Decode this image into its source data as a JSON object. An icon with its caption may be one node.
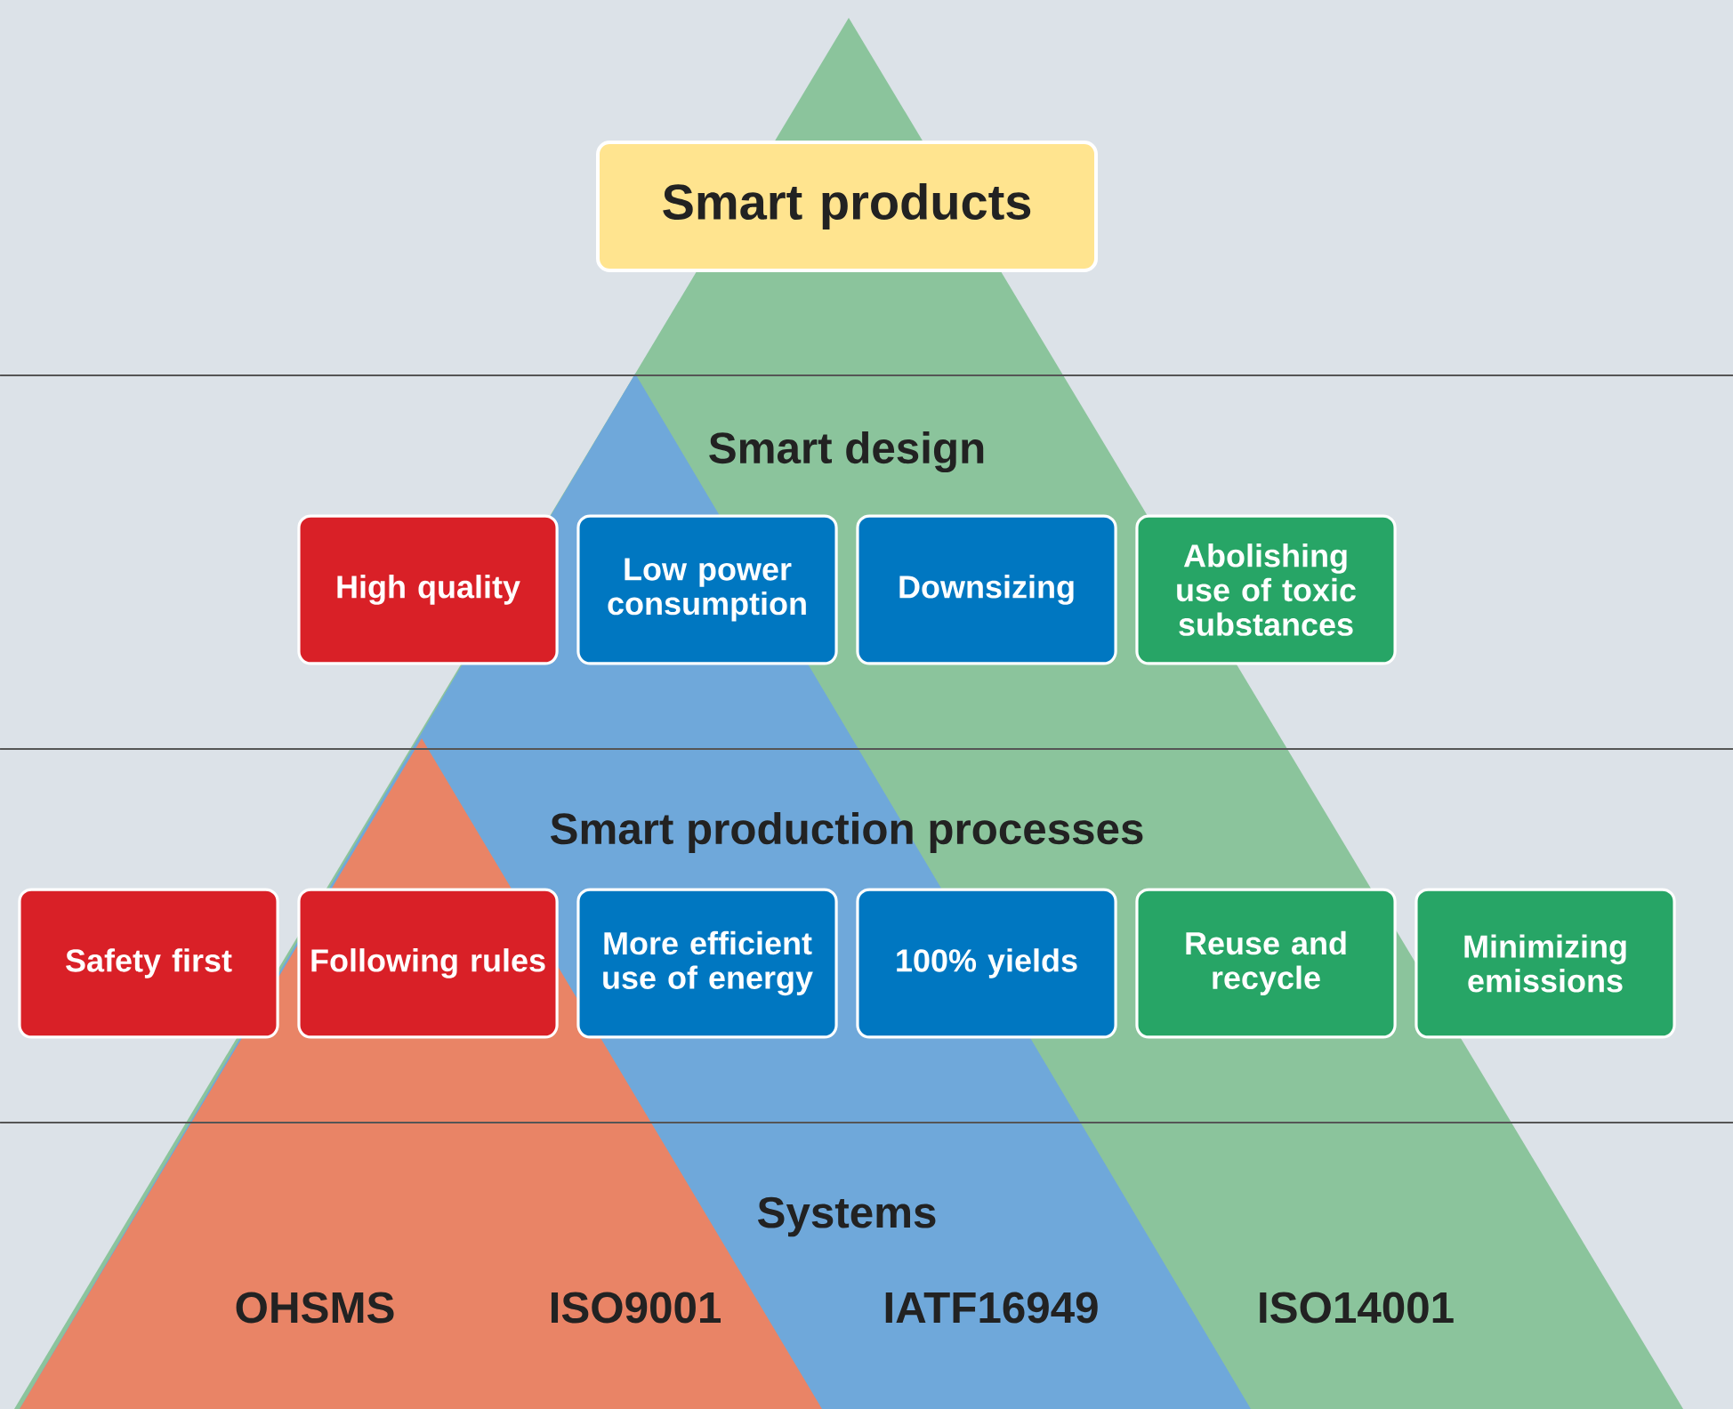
{
  "diagram": {
    "nodes": [
      {
        "text": [
          "Smart products"
        ]
      },
      {
        "text": [
          "High quality"
        ]
      },
      {
        "text": [
          "Low power consumption"
        ]
      },
      {
        "text": [
          "Downsizing"
        ]
      },
      {
        "text": [
          "Abolishing use of toxic substances"
        ]
      },
      {
        "text": [
          "Safety first"
        ]
      },
      {
        "text": [
          "Following rules"
        ]
      },
      {
        "text": [
          "More efficient use of energy"
        ]
      },
      {
        "text": [
          "100% yields"
        ]
      },
      {
        "text": [
          "Reuse and recycle"
        ]
      },
      {
        "text": [
          "Minimizing emissions"
        ]
      }
    ],
    "labels": [
      "Smart design",
      "Smart production processes",
      "Systems",
      "OHSMS",
      "ISO9001",
      "IATF16949",
      "ISO14001"
    ]
  }
}
